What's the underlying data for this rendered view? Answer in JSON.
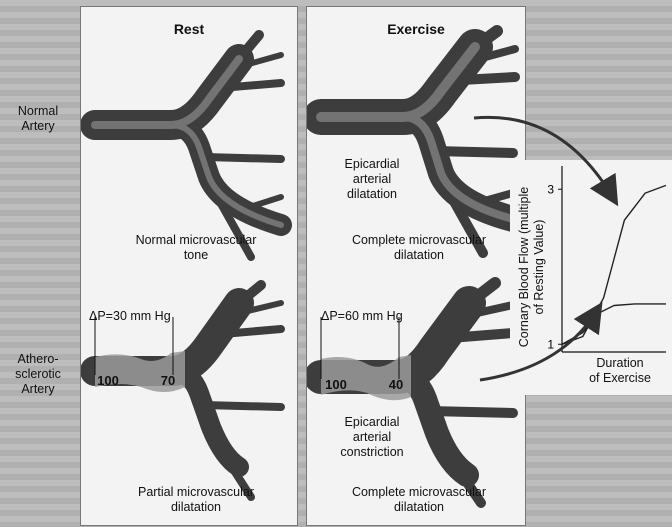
{
  "row_labels": {
    "top": "Normal\nArtery",
    "bottom": "Athero-\nsclerotic\nArtery"
  },
  "panels": {
    "rest": {
      "title": "Rest",
      "top_caption": "Normal microvascular\ntone",
      "bottom_caption": "Partial microvascular\ndilatation",
      "pressure_drop": "ΔP=30 mm Hg",
      "pressure_in": "100",
      "pressure_out": "70"
    },
    "exercise": {
      "title": "Exercise",
      "top_note": "Epicardial\narterial\ndilatation",
      "top_caption": "Complete microvascular\ndilatation",
      "bottom_note": "Epicardial\narterial\nconstriction",
      "bottom_caption": "Complete microvascular\ndilatation",
      "pressure_drop": "ΔP=60 mm Hg",
      "pressure_in": "100",
      "pressure_out": "40"
    }
  },
  "chart_data": {
    "type": "line",
    "ylabel": "Cornary Blood Flow (multiple\nof Resting Value)",
    "xlabel": "Duration\nof Exercise",
    "yticks": [
      1,
      3
    ],
    "ylim": [
      0.9,
      3.3
    ],
    "series": [
      {
        "x": [
          0,
          0.2,
          0.4,
          0.5,
          0.6,
          0.8,
          1.0
        ],
        "values": [
          1.0,
          1.1,
          1.6,
          2.1,
          2.6,
          2.95,
          3.05
        ]
      },
      {
        "x": [
          0,
          0.2,
          0.35,
          0.5,
          0.7,
          1.0
        ],
        "values": [
          1.0,
          1.15,
          1.4,
          1.5,
          1.52,
          1.52
        ]
      }
    ]
  }
}
